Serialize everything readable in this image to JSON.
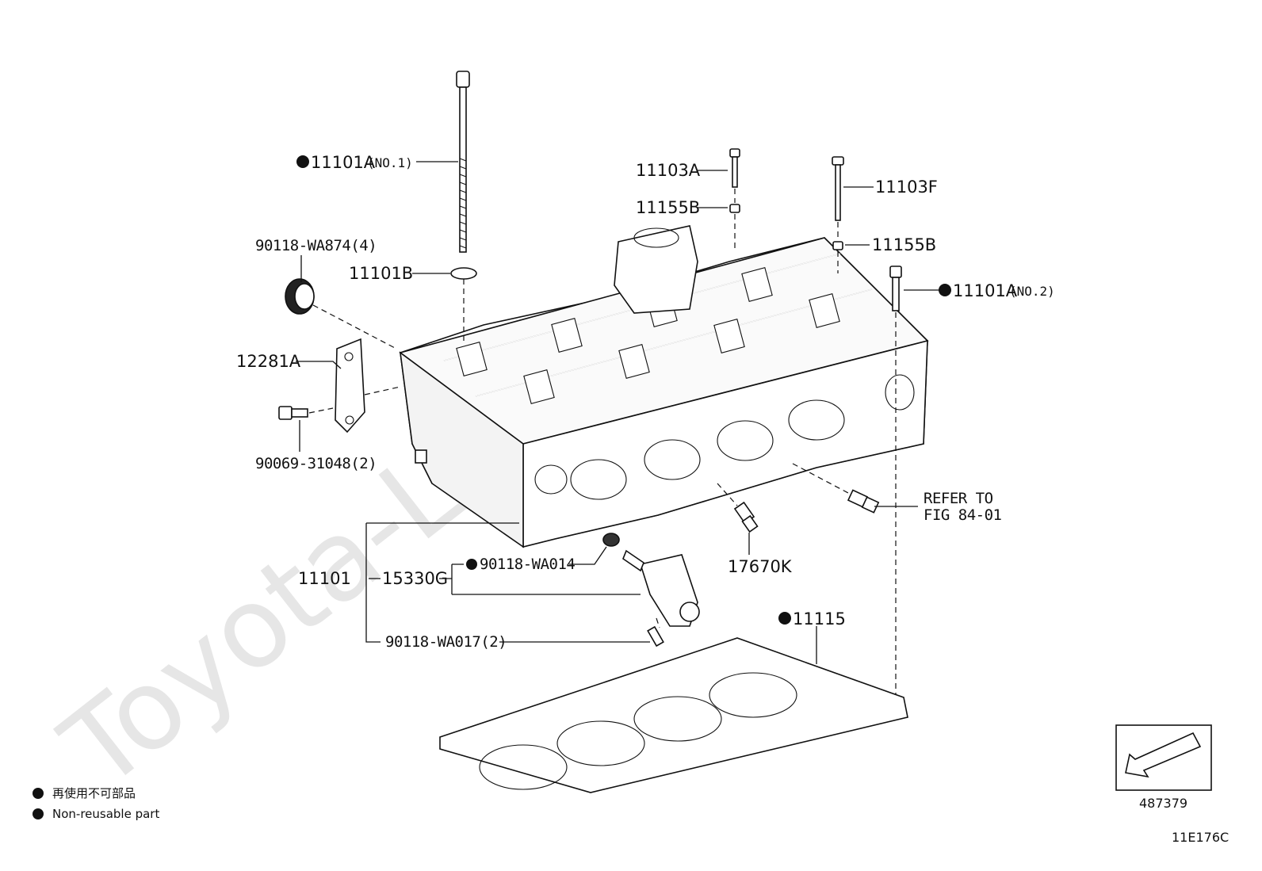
{
  "watermark": "Toyota-Line.ru",
  "callouts": {
    "c_11101A_no1": {
      "part": "11101A",
      "suffix": "(NO.1)",
      "nonreusable": true
    },
    "c_11101B": {
      "part": "11101B"
    },
    "c_90118_WA874": {
      "part": "90118-WA874(4)"
    },
    "c_12281A": {
      "part": "12281A"
    },
    "c_90069_31048": {
      "part": "90069-31048(2)"
    },
    "c_11103A": {
      "part": "11103A"
    },
    "c_11155B_a": {
      "part": "11155B"
    },
    "c_11103F": {
      "part": "11103F"
    },
    "c_11155B_b": {
      "part": "11155B"
    },
    "c_11101A_no2": {
      "part": "11101A",
      "suffix": "(NO.2)",
      "nonreusable": true
    },
    "c_refer": {
      "line1": "REFER TO",
      "line2": "FIG 84-01"
    },
    "c_11101": {
      "part": "11101"
    },
    "c_15330G": {
      "part": "15330G"
    },
    "c_90118_WA014": {
      "part": "90118-WA014",
      "nonreusable": true
    },
    "c_17670K": {
      "part": "17670K"
    },
    "c_90118_WA017": {
      "part": "90118-WA017(2)"
    },
    "c_11115": {
      "part": "11115",
      "nonreusable": true
    }
  },
  "legend": {
    "line1": "再使用不可部品",
    "line2": "Non-reusable part"
  },
  "figure_box": {
    "number": "487379"
  },
  "diagram_code": "11E176C"
}
